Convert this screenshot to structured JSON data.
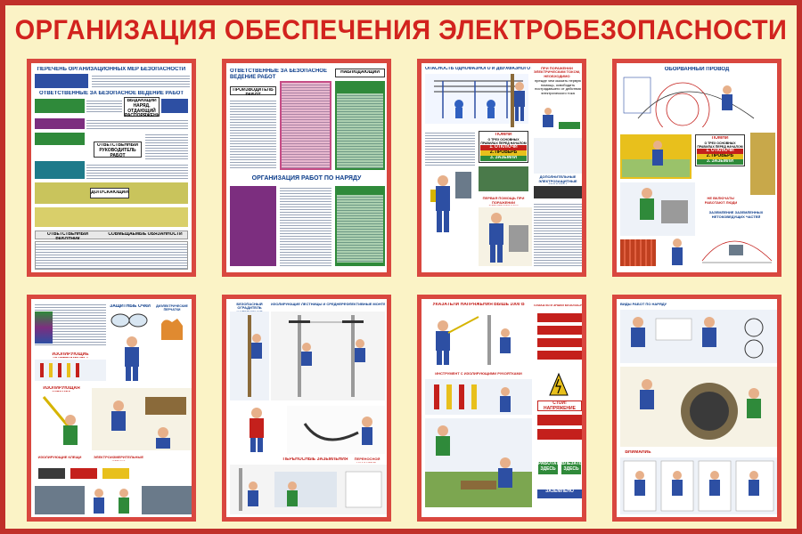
{
  "title": "ОРГАНИЗАЦИЯ ОБЕСПЕЧЕНИЯ ЭЛЕКТРОБЕЗОПАСНОСТИ",
  "colors": {
    "background_frame": "#c0302a",
    "board": "#fbf3c6",
    "title": "#d2231e",
    "panel_border": "#d9473f"
  },
  "panels": {
    "p1": {
      "header": "ПЕРЕЧЕНЬ ОРГАНИЗАЦИОННЫХ МЕР БЕЗОПАСНОСТИ",
      "subheader": "ОТВЕТСТВЕННЫЕ ЗА БЕЗОПАСНОЕ ВЕДЕНИЕ РАБОТ",
      "label_issuer": "ВЫДАЮЩИЙ НАРЯД, ОТДАЮЩИЙ РАСПОРЯЖЕНИЕ",
      "label_responsible": "ОТВЕТСТВЕННЫЙ РУКОВОДИТЕЛЬ РАБОТ",
      "label_admitting": "ДОПУСКАЮЩИЙ",
      "table_col1": "ОТВЕТСТВЕННЫЙ РАБОТНИК",
      "table_col2": "СОВМЕЩАЕМЫЕ ОБЯЗАННОСТИ"
    },
    "p2": {
      "header": "ОТВЕТСТВЕННЫЕ ЗА БЕЗОПАСНОЕ ВЕДЕНИЕ РАБОТ",
      "header_right": "НАБЛЮДАЮЩИЙ",
      "label_producer": "ПРОИЗВОДИТЕЛЬ РАБОТ",
      "subheader": "ОРГАНИЗАЦИЯ РАБОТ ПО НАРЯДУ"
    },
    "p3": {
      "header": "ОПАСНОСТЬ ОДНОФАЗНОГО И ДВУХФАЗНОГО ПРИКОСНОВЕНИЯ",
      "header_right": "ПРИ ПОРАЖЕНИИ ЭЛЕКТРИЧЕСКИМ ТОКОМ, НЕОБХОДИМО",
      "note_right": "прежде чем оказать первую помощь, освободить пострадавшего от действия электрического тока",
      "label_remember": "ПОМНИ",
      "label_three_rules": "О ТРЕХ ОСНОВНЫХ ПРАВИЛАХ ПЕРЕД НАЧАЛОМ РАБОТ:",
      "rule1": "1. ОТКЛЮЧИ",
      "rule2": "2. ПРОВЕРЬ",
      "rule3": "3. ЗАЗЕМЛИ",
      "label_protection": "ДОПОЛНИТЕЛЬНЫЕ ЭЛЕКТРОЗАЩИТНЫЕ СРЕДСТВА",
      "label_first_aid": "ПЕРВАЯ ПОМОЩЬ ПРИ ПОРАЖЕНИИ ЭЛЕКТРОТОКОМ"
    },
    "p4": {
      "header": "ОБОРВАННЫЙ ПРОВОД",
      "label_remember": "ПОМНИ",
      "label_three_rules": "О ТРЕХ ОСНОВНЫХ ПРАВИЛАХ ПЕРЕД НАЧАЛОМ РАБОТ:",
      "rule1": "1. ОТКЛЮЧИ",
      "rule2": "2. ПРОВЕРЬ",
      "rule3": "3. ЗАЗЕМЛИ",
      "label_not_here": "НЕ ВКЛЮЧАТЬ! РАБОТАЮТ ЛЮДИ",
      "label_grounding": "ЗАЗЕМЛЕНИЕ ЗАЗЕМЛЕННЫХ НЕТОКОВЕДУЩИХ ЧАСТЕЙ"
    },
    "p5": {
      "label_glasses": "ЗАЩИТНЫЕ ОЧКИ",
      "label_gloves": "ДИЭЛЕКТРИЧЕСКИЕ ПЕРЧАТКИ",
      "label_insulating_tools": "ИЗОЛИРУЮЩИЕ ИНСТРУМЕНТЫ",
      "label_rod": "ИЗОЛИРУЮЩАЯ ШТАНГА",
      "label_clamps": "ИЗОЛИРУЮЩИЕ КЛЕЩИ",
      "label_indicator": "ЭЛЕКТРОИЗМЕРИТЕЛЬНЫЕ КЛЕЩИ"
    },
    "p6": {
      "header_left": "БЕЗОПАСНЫЙ ОГРАДИТЕЛЬ НАПРЯЖЕНИЯ",
      "header": "ИЗОЛИРУЮЩИЕ ЛЕСТНИЦЫ И СРЕДНЕРЕФЛЕКТИВНЫЕ МОНТЕРСКИЕ ПОЯСА",
      "label_ground": "ПЕРЕНОСНЫЕ ЗАЗЕМЛЕНИЯ",
      "label_bottom_right": "ПЕРЕНОСНОЙ УКАЗАТЕЛЬ"
    },
    "p7": {
      "header": "УКАЗАТЕЛИ НАПРЯЖЕНИЯ ВЫШЕ 1000 В",
      "header_right": "ПЛАКАТЫ И ЗНАКИ БЕЗОПАСНОСТИ",
      "label_tools": "ИНСТРУМЕНТ С ИЗОЛИРУЮЩИМИ РУКОЯТКАМИ",
      "label_stop": "СТОЙ! НАПРЯЖЕНИЕ",
      "label_work_here": "РАБОТАТЬ ЗДЕСЬ",
      "label_climb_here": "ВЛЕЗАТЬ ЗДЕСЬ",
      "label_grounded": "ЗАЗЕМЛЕНО"
    },
    "p8": {
      "header": "ВИДЫ РАБОТ ПО НАРЯДУ",
      "label_warning": "ВНИМАНИЕ"
    }
  }
}
